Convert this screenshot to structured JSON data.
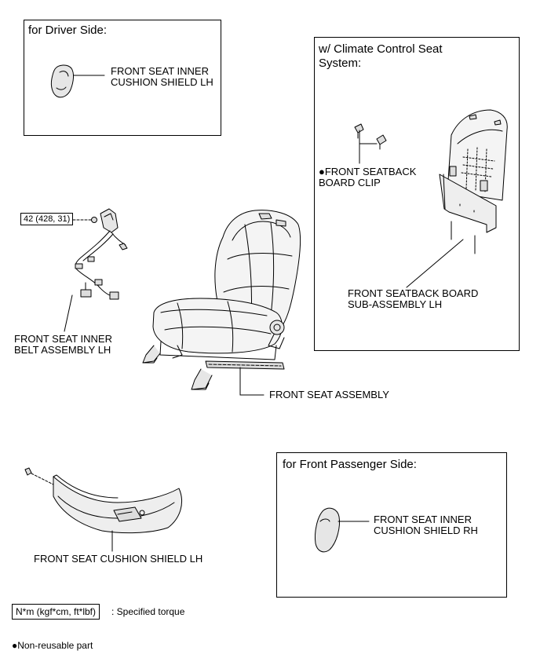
{
  "driver_box": {
    "title": "for Driver Side:",
    "label": "FRONT SEAT INNER\nCUSHION SHIELD LH"
  },
  "climate_box": {
    "title": "w/ Climate Control Seat\nSystem:",
    "clip_label": "●FRONT SEATBACK\nBOARD CLIP",
    "board_label": "FRONT SEATBACK BOARD\nSUB-ASSEMBLY LH"
  },
  "main": {
    "torque": "42 (428, 31)",
    "belt_label": "FRONT SEAT INNER\nBELT ASSEMBLY LH",
    "seat_label": "FRONT SEAT ASSEMBLY",
    "cushion_shield_label": "FRONT SEAT CUSHION SHIELD LH"
  },
  "passenger_box": {
    "title": "for Front Passenger Side:",
    "label": "FRONT SEAT INNER\nCUSHION SHIELD RH"
  },
  "legend": {
    "torque_units": "N*m (kgf*cm, ft*lbf)",
    "torque_desc": ": Specified torque",
    "non_reusable": "●Non-reusable part"
  }
}
